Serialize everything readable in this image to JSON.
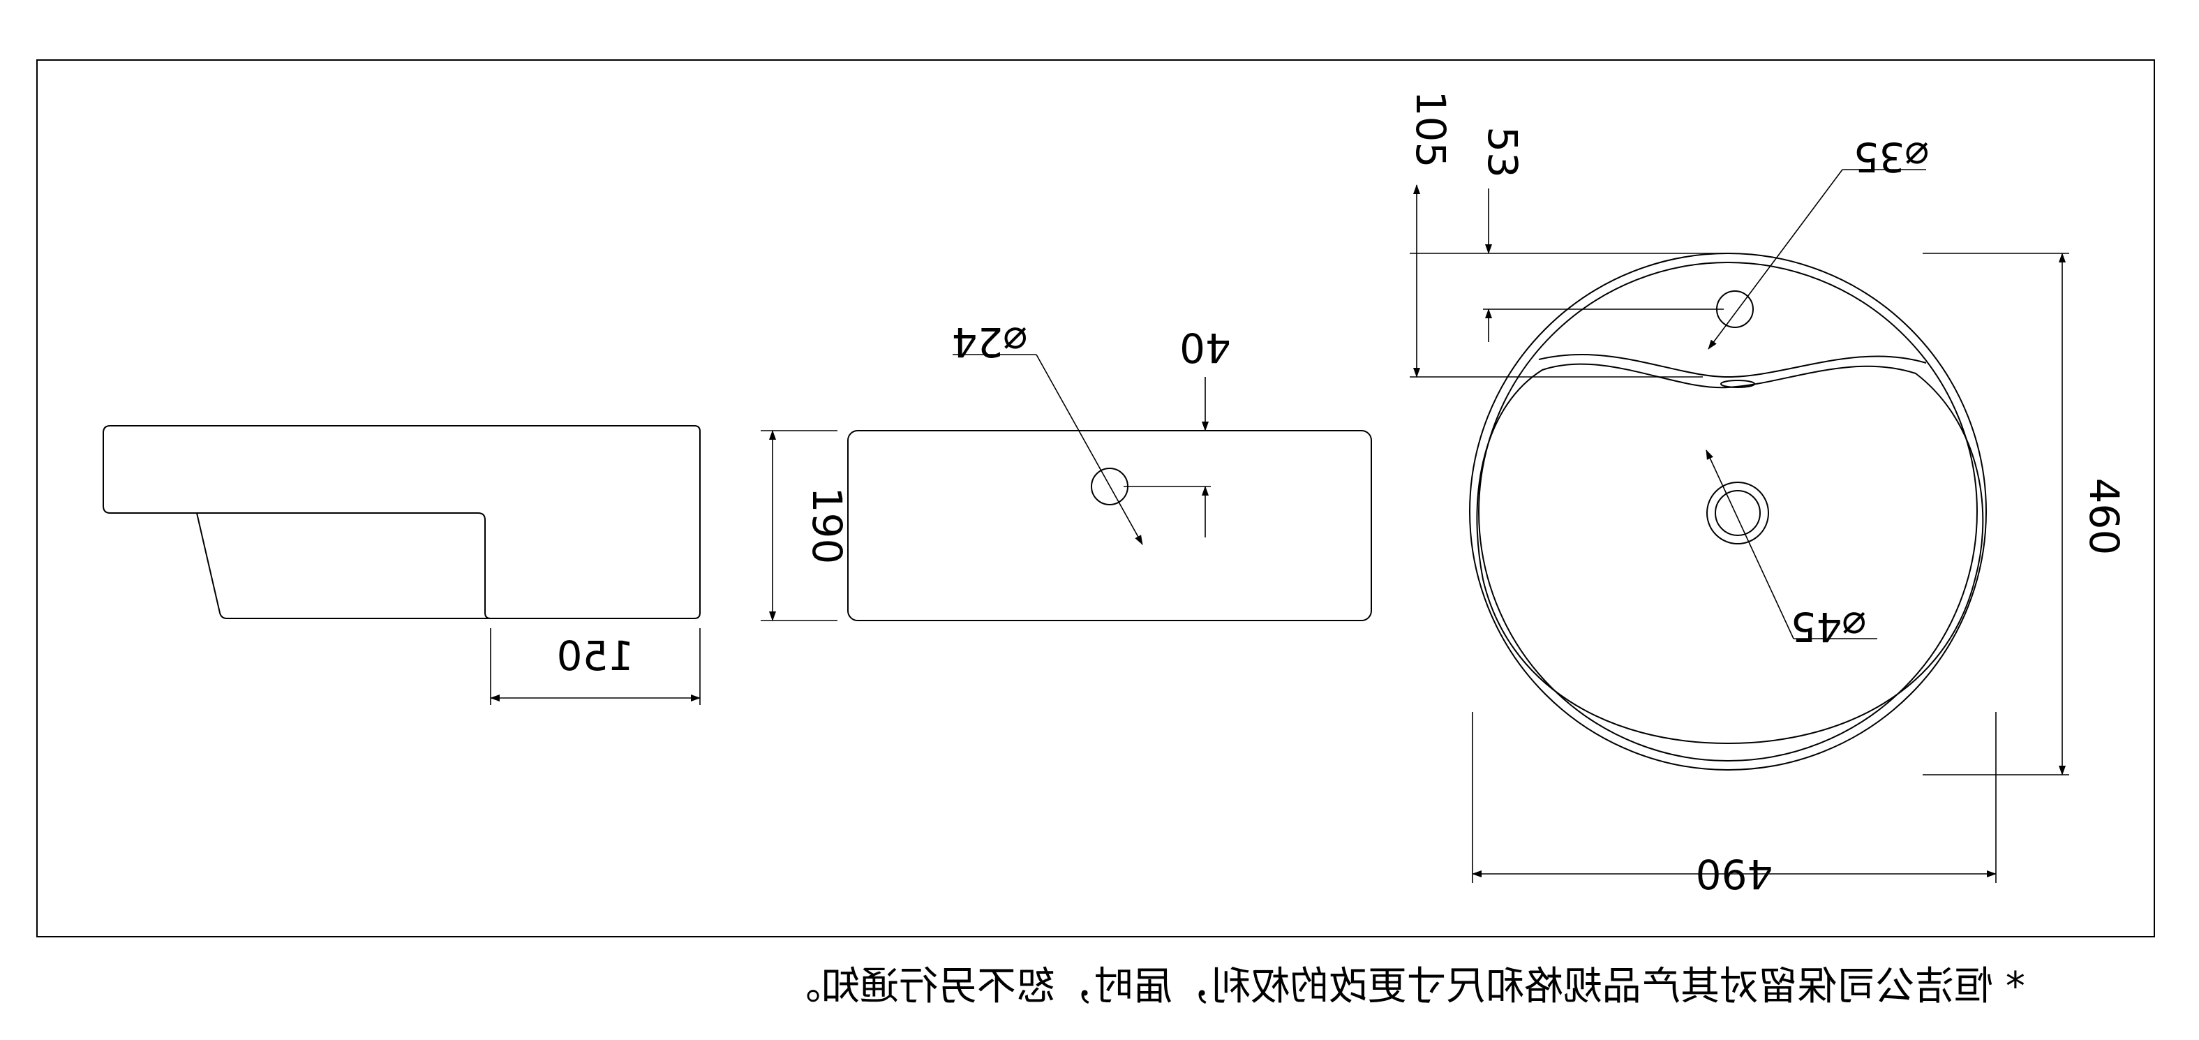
{
  "dimensions": {
    "side_depth": "150",
    "front_height": "190",
    "front_hole_dia": "⌀24",
    "front_hole_offset": "40",
    "top_length": "490",
    "top_width": "460",
    "top_offset_a": "105",
    "top_offset_b": "53",
    "tap_hole_dia": "⌀35",
    "drain_dia": "⌀45"
  },
  "footnote": "* 恒洁公司保留对其产品规格和尺寸更改的权利，届时，恕不另行通知。"
}
